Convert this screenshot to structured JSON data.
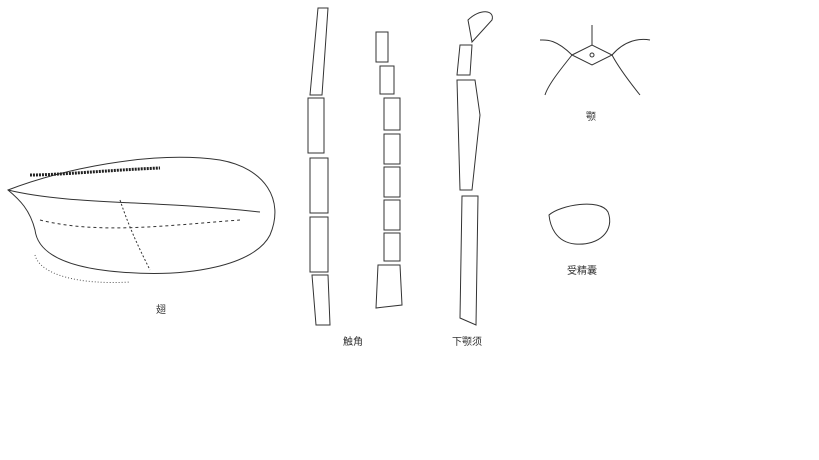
{
  "labels": {
    "wing": "翅",
    "antenna": "触角",
    "maxillary_palp": "下颚须",
    "mandible": "颚",
    "spermatheca": "受精囊"
  }
}
